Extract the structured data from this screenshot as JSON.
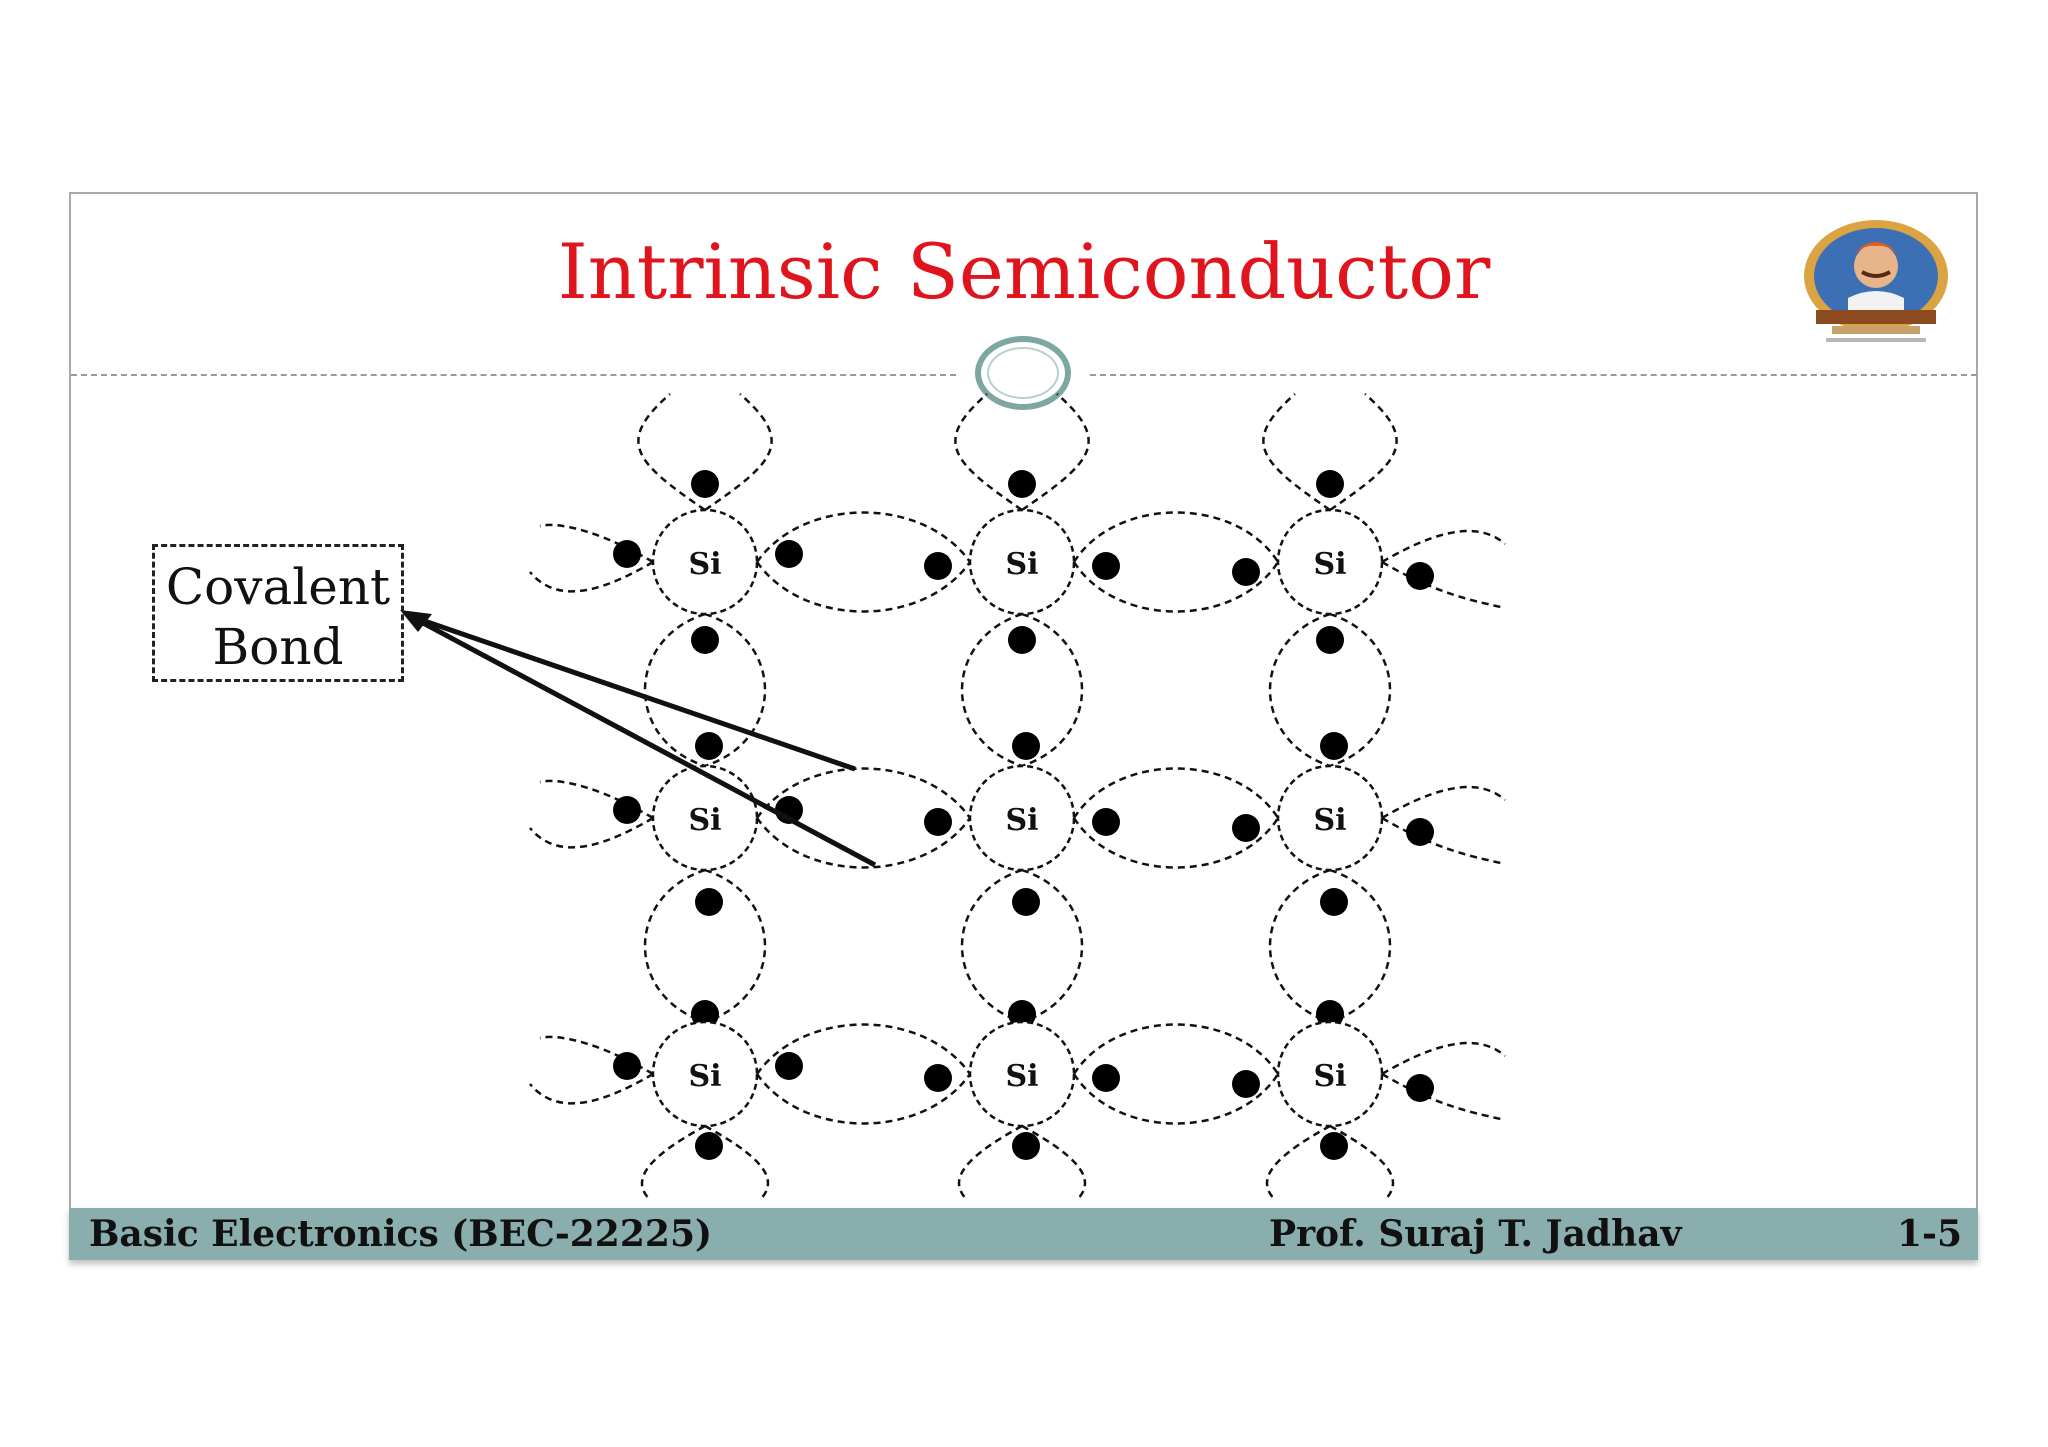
{
  "slide": {
    "title": "Intrinsic Semiconductor",
    "label_line1": "Covalent",
    "label_line2": "Bond",
    "atom_symbol": "Si",
    "logo_icon": "college-emblem-icon"
  },
  "footer": {
    "course": "Basic Electronics (BEC-22225)",
    "author": "Prof. Suraj T. Jadhav",
    "page": "1-5"
  },
  "colors": {
    "title": "#e0141c",
    "footer_bar": "#8aadad",
    "ring": "#7fa7a2"
  }
}
